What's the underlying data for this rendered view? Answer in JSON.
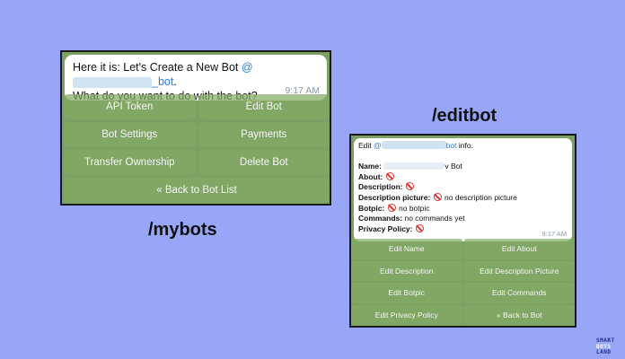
{
  "mybots": {
    "caption": "/mybots",
    "message_prefix": "Here it is: Let's Create a New Bot ",
    "mention_start": "@",
    "mention_end": "_bot",
    "message_suffix": ".",
    "message_line2": "What do you want to do with the bot?",
    "time": "9:17 AM",
    "buttons": {
      "api_token": "API Token",
      "edit_bot": "Edit Bot",
      "bot_settings": "Bot Settings",
      "payments": "Payments",
      "transfer_ownership": "Transfer Ownership",
      "delete_bot": "Delete Bot",
      "back": "« Back to Bot List"
    }
  },
  "editbot": {
    "caption": "/editbot",
    "line1_prefix": "Edit ",
    "mention_start": "@",
    "mention_end": "bot",
    "line1_suffix": " info.",
    "name_label": "Name:",
    "name_value": "v Bot",
    "about_label": "About:",
    "description_label": "Description:",
    "description_picture_label": "Description picture:",
    "description_picture_value": " no description picture",
    "botpic_label": "Botpic:",
    "botpic_value": " no botpic",
    "commands_label": "Commands:",
    "commands_value": " no commands yet",
    "privacy_label": "Privacy Policy:",
    "time": "9:17 AM",
    "buttons": {
      "edit_name": "Edit Name",
      "edit_about": "Edit About",
      "edit_description": "Edit Description",
      "edit_description_picture": "Edit Description Picture",
      "edit_botpic": "Edit Botpic",
      "edit_commands": "Edit Commands",
      "edit_privacy_policy": "Edit Privacy Policy",
      "back": "« Back to Bot"
    }
  },
  "logo": {
    "line1": "SMART",
    "line2": "BOTS",
    "line3": "LAND"
  },
  "colors": {
    "background": "#98a6f8",
    "keyboard_green": "#7c9f63",
    "mention_blue": "#2c7be5",
    "no_entry_red": "#e0312c"
  }
}
